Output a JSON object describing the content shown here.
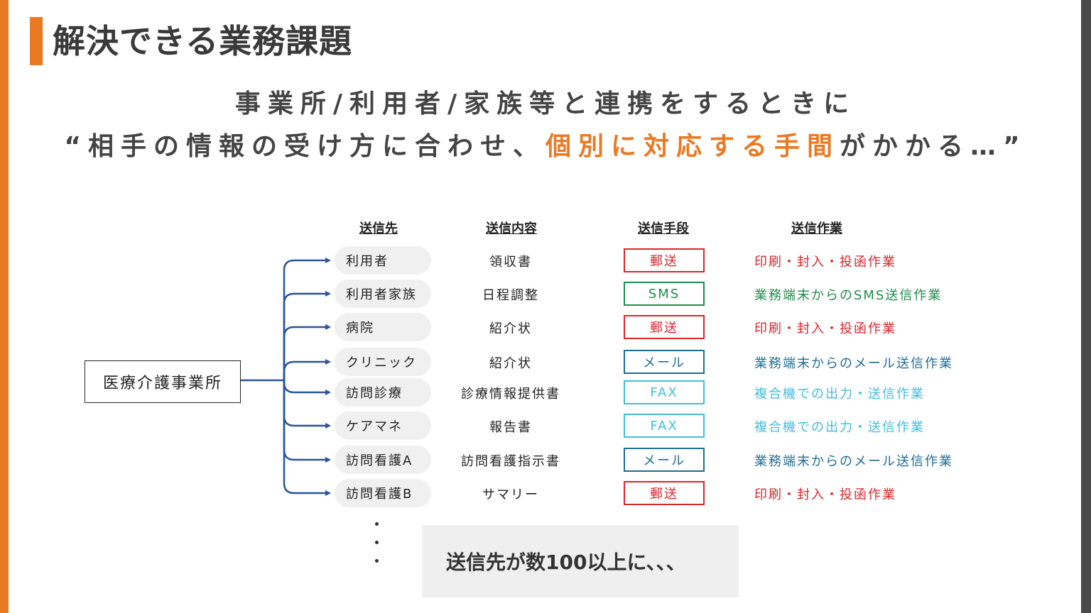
{
  "title": "解決できる業務課題",
  "subtitle": {
    "line1": "事業所/利用者/家族等と連携をするときに",
    "line2_pre": "“相手の情報の受け方に合わせ、",
    "line2_highlight": "個別に対応する手間",
    "line2_post": "がかかる…”"
  },
  "headers": {
    "destination": "送信先",
    "content": "送信内容",
    "means": "送信手段",
    "task": "送信作業"
  },
  "source": "医療介護事業所",
  "rows": [
    {
      "destination": "利用者",
      "content": "領収書",
      "means": "郵送",
      "means_color": "#d9262b",
      "task": "印刷・封入・投函作業",
      "task_color": "#d9262b"
    },
    {
      "destination": "利用者家族",
      "content": "日程調整",
      "means": "SMS",
      "means_color": "#1f8b4c",
      "task": "業務端末からのSMS送信作業",
      "task_color": "#1f8b4c"
    },
    {
      "destination": "病院",
      "content": "紹介状",
      "means": "郵送",
      "means_color": "#d9262b",
      "task": "印刷・封入・投函作業",
      "task_color": "#d9262b"
    },
    {
      "destination": "クリニック",
      "content": "紹介状",
      "means": "メール",
      "means_color": "#1f6c93",
      "task": "業務端末からのメール送信作業",
      "task_color": "#1f6c93"
    },
    {
      "destination": "訪問診療",
      "content": "診療情報提供書",
      "means": "FAX",
      "means_color": "#41bde0",
      "task": "複合機での出力・送信作業",
      "task_color": "#41bde0"
    },
    {
      "destination": "ケアマネ",
      "content": "報告書",
      "means": "FAX",
      "means_color": "#41bde0",
      "task": "複合機での出力・送信作業",
      "task_color": "#41bde0"
    },
    {
      "destination": "訪問看護A",
      "content": "訪問看護指示書",
      "means": "メール",
      "means_color": "#1f6c93",
      "task": "業務端末からのメール送信作業",
      "task_color": "#1f6c93"
    },
    {
      "destination": "訪問看護B",
      "content": "サマリー",
      "means": "郵送",
      "means_color": "#d9262b",
      "task": "印刷・封入・投函作業",
      "task_color": "#d9262b"
    }
  ],
  "bottom_note": "送信先が数100以上に、、、",
  "colors": {
    "accent": "#e97a24",
    "arrow": "#2a5597",
    "right_bar": "#4a4a4a"
  }
}
